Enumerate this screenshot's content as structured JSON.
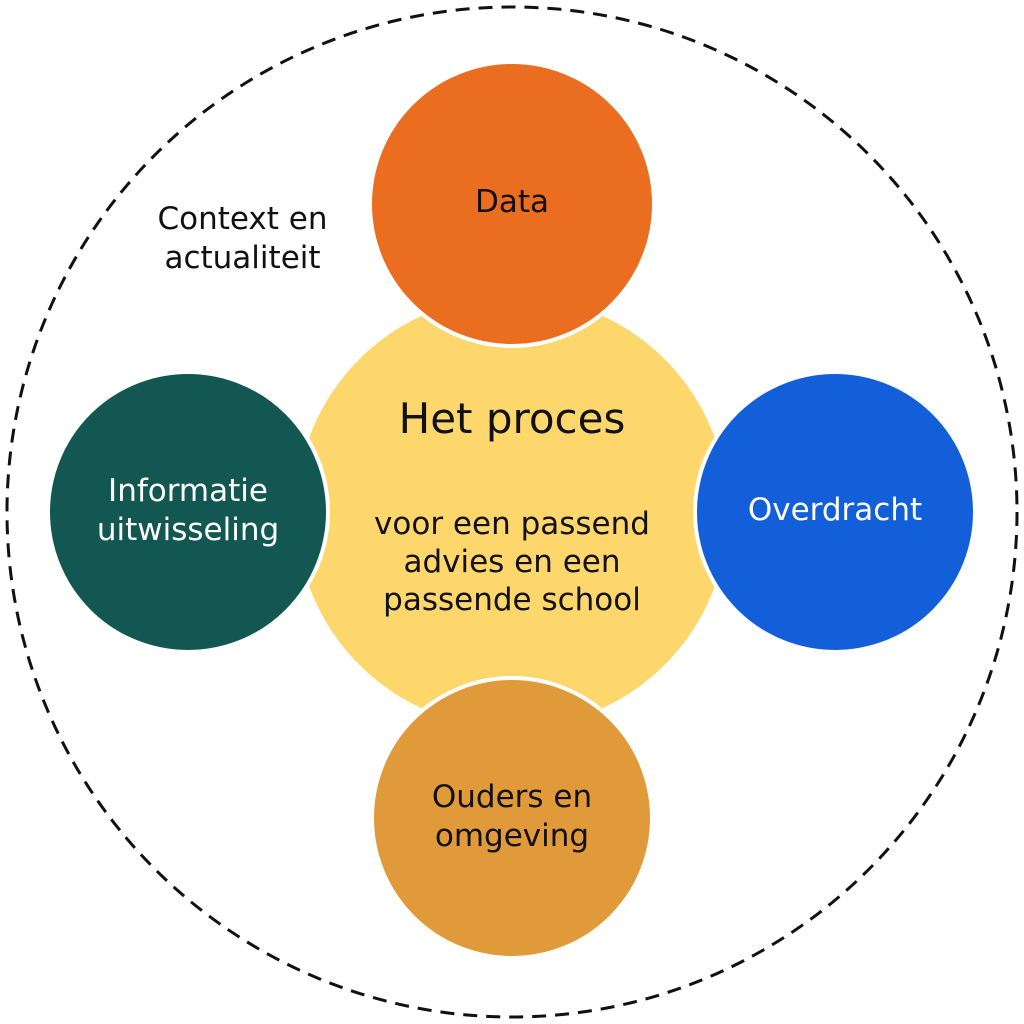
{
  "context_label": [
    "Context en",
    "actualiteit"
  ],
  "center": {
    "title": "Het proces",
    "subtitle": [
      "voor een passend",
      "advies en een",
      "passende school"
    ]
  },
  "nodes": {
    "top": {
      "label": [
        "Data"
      ],
      "color": "#EB6E20"
    },
    "left": {
      "label": [
        "Informatie",
        "uitwisseling"
      ],
      "color": "#135752"
    },
    "right": {
      "label": [
        "Overdracht"
      ],
      "color": "#135FD9"
    },
    "bottom": {
      "label": [
        "Ouders en",
        "omgeving"
      ],
      "color": "#E09A3A"
    }
  },
  "center_color": "#FDD66C"
}
